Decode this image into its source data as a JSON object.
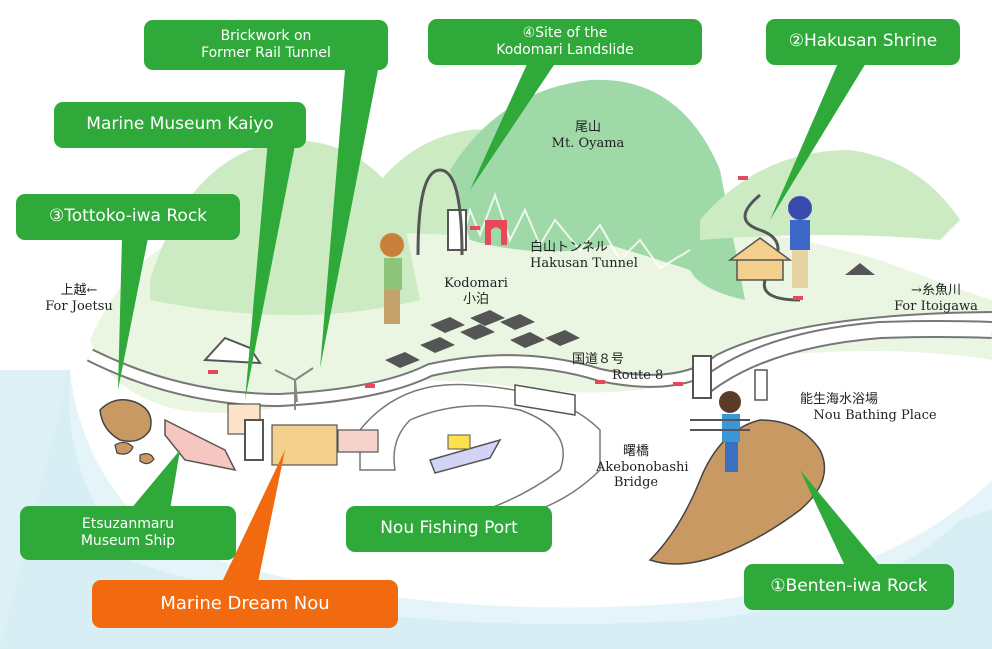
{
  "colors": {
    "callout_green": "#2faa3a",
    "callout_orange": "#f26a10",
    "mountain_light": "#cdebc2",
    "mountain_dark": "#9fd9a8",
    "sea": "#ddf0f6",
    "land": "#eaf6e2"
  },
  "callouts": {
    "brickwork": [
      "Brickwork on",
      "Former Rail Tunnel"
    ],
    "landslide": [
      "④Site of the",
      "Kodomari Landslide"
    ],
    "hakusan_shrine": "②Hakusan Shrine",
    "marine_museum": "Marine Museum Kaiyo",
    "tottoko": "③Tottoko-iwa Rock",
    "etsuzanmaru": [
      "Etsuzanmaru",
      "Museum Ship"
    ],
    "marine_dream": "Marine Dream Nou",
    "fishing_port": "Nou Fishing Port",
    "benten": "①Benten-iwa Rock"
  },
  "labels": {
    "mt_oyama": [
      "尾山",
      "Mt. Oyama"
    ],
    "hakusan_tunnel": [
      "白山トンネル",
      "Hakusan Tunnel"
    ],
    "kodomari": [
      "Kodomari",
      "小泊"
    ],
    "joetsu": [
      "上越←",
      "For Joetsu"
    ],
    "itoigawa": [
      "→糸魚川",
      "For Itoigawa"
    ],
    "route8": [
      "国道８号",
      "Route 8"
    ],
    "akebonobashi": [
      "曙橋",
      "Akebonobashi",
      "Bridge"
    ],
    "nou_bathing": [
      "能生海水浴場",
      "Nou Bathing Place"
    ]
  }
}
